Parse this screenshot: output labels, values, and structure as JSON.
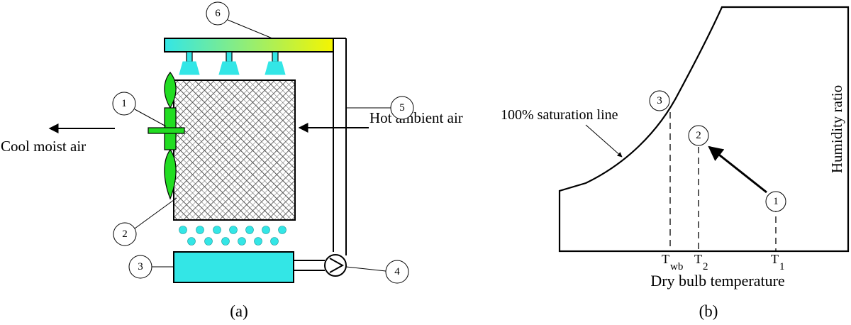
{
  "panel_a": {
    "caption": "(a)",
    "labels": {
      "cool_moist_air": "Cool moist air",
      "hot_ambient_air": "Hot ambient air"
    },
    "markers": {
      "fan": "1",
      "pad": "2",
      "tank": "3",
      "pump": "4",
      "pipe": "5",
      "header": "6"
    },
    "colors": {
      "water": "#33e6e6",
      "header_gradient_start": "#33e6e6",
      "header_gradient_end": "#f5f500",
      "fan": "#22dd22"
    }
  },
  "panel_b": {
    "caption": "(b)",
    "xlabel": "Dry bulb temperature",
    "ylabel": "Humidity ratio",
    "saturation_label": "100% saturation line",
    "states": {
      "s1": "1",
      "s2": "2",
      "s3": "3"
    },
    "ticks": {
      "twb_main": "T",
      "twb_sub": "wb",
      "t2_main": "T",
      "t2_sub": "2",
      "t1_main": "T",
      "t1_sub": "1"
    }
  }
}
